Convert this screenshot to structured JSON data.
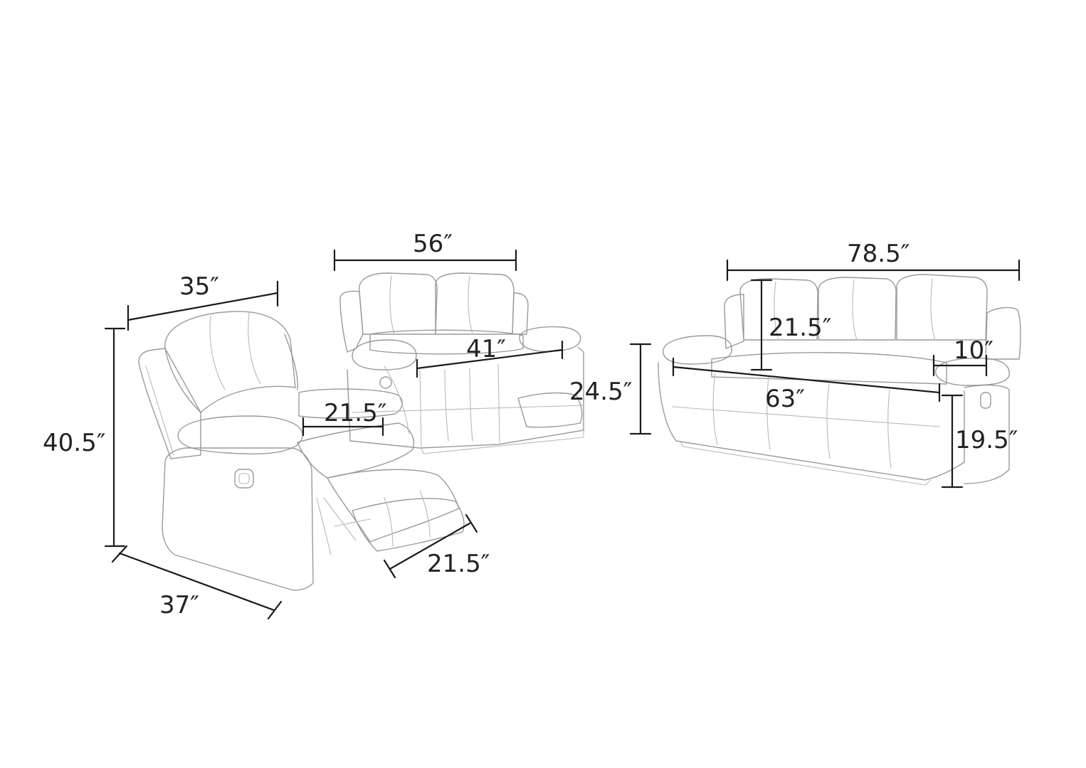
{
  "colors": {
    "background": "#ffffff",
    "sketch_line": "#9a9a9a",
    "dimension_line": "#1a1a1a",
    "label_text": "#222222"
  },
  "recliner": {
    "width_label": "35″",
    "height_label": "40.5″",
    "depth_label": "37″",
    "seat_width_label": "21.5″",
    "footrest_label": "21.5″"
  },
  "loveseat": {
    "width_label": "56″",
    "seat_width_label": "41″",
    "height_label": "24.5″"
  },
  "sofa": {
    "width_label": "78.5″",
    "back_height_label": "21.5″",
    "arm_width_label": "10″",
    "seat_width_label": "63″",
    "arm_height_label": "19.5″"
  }
}
